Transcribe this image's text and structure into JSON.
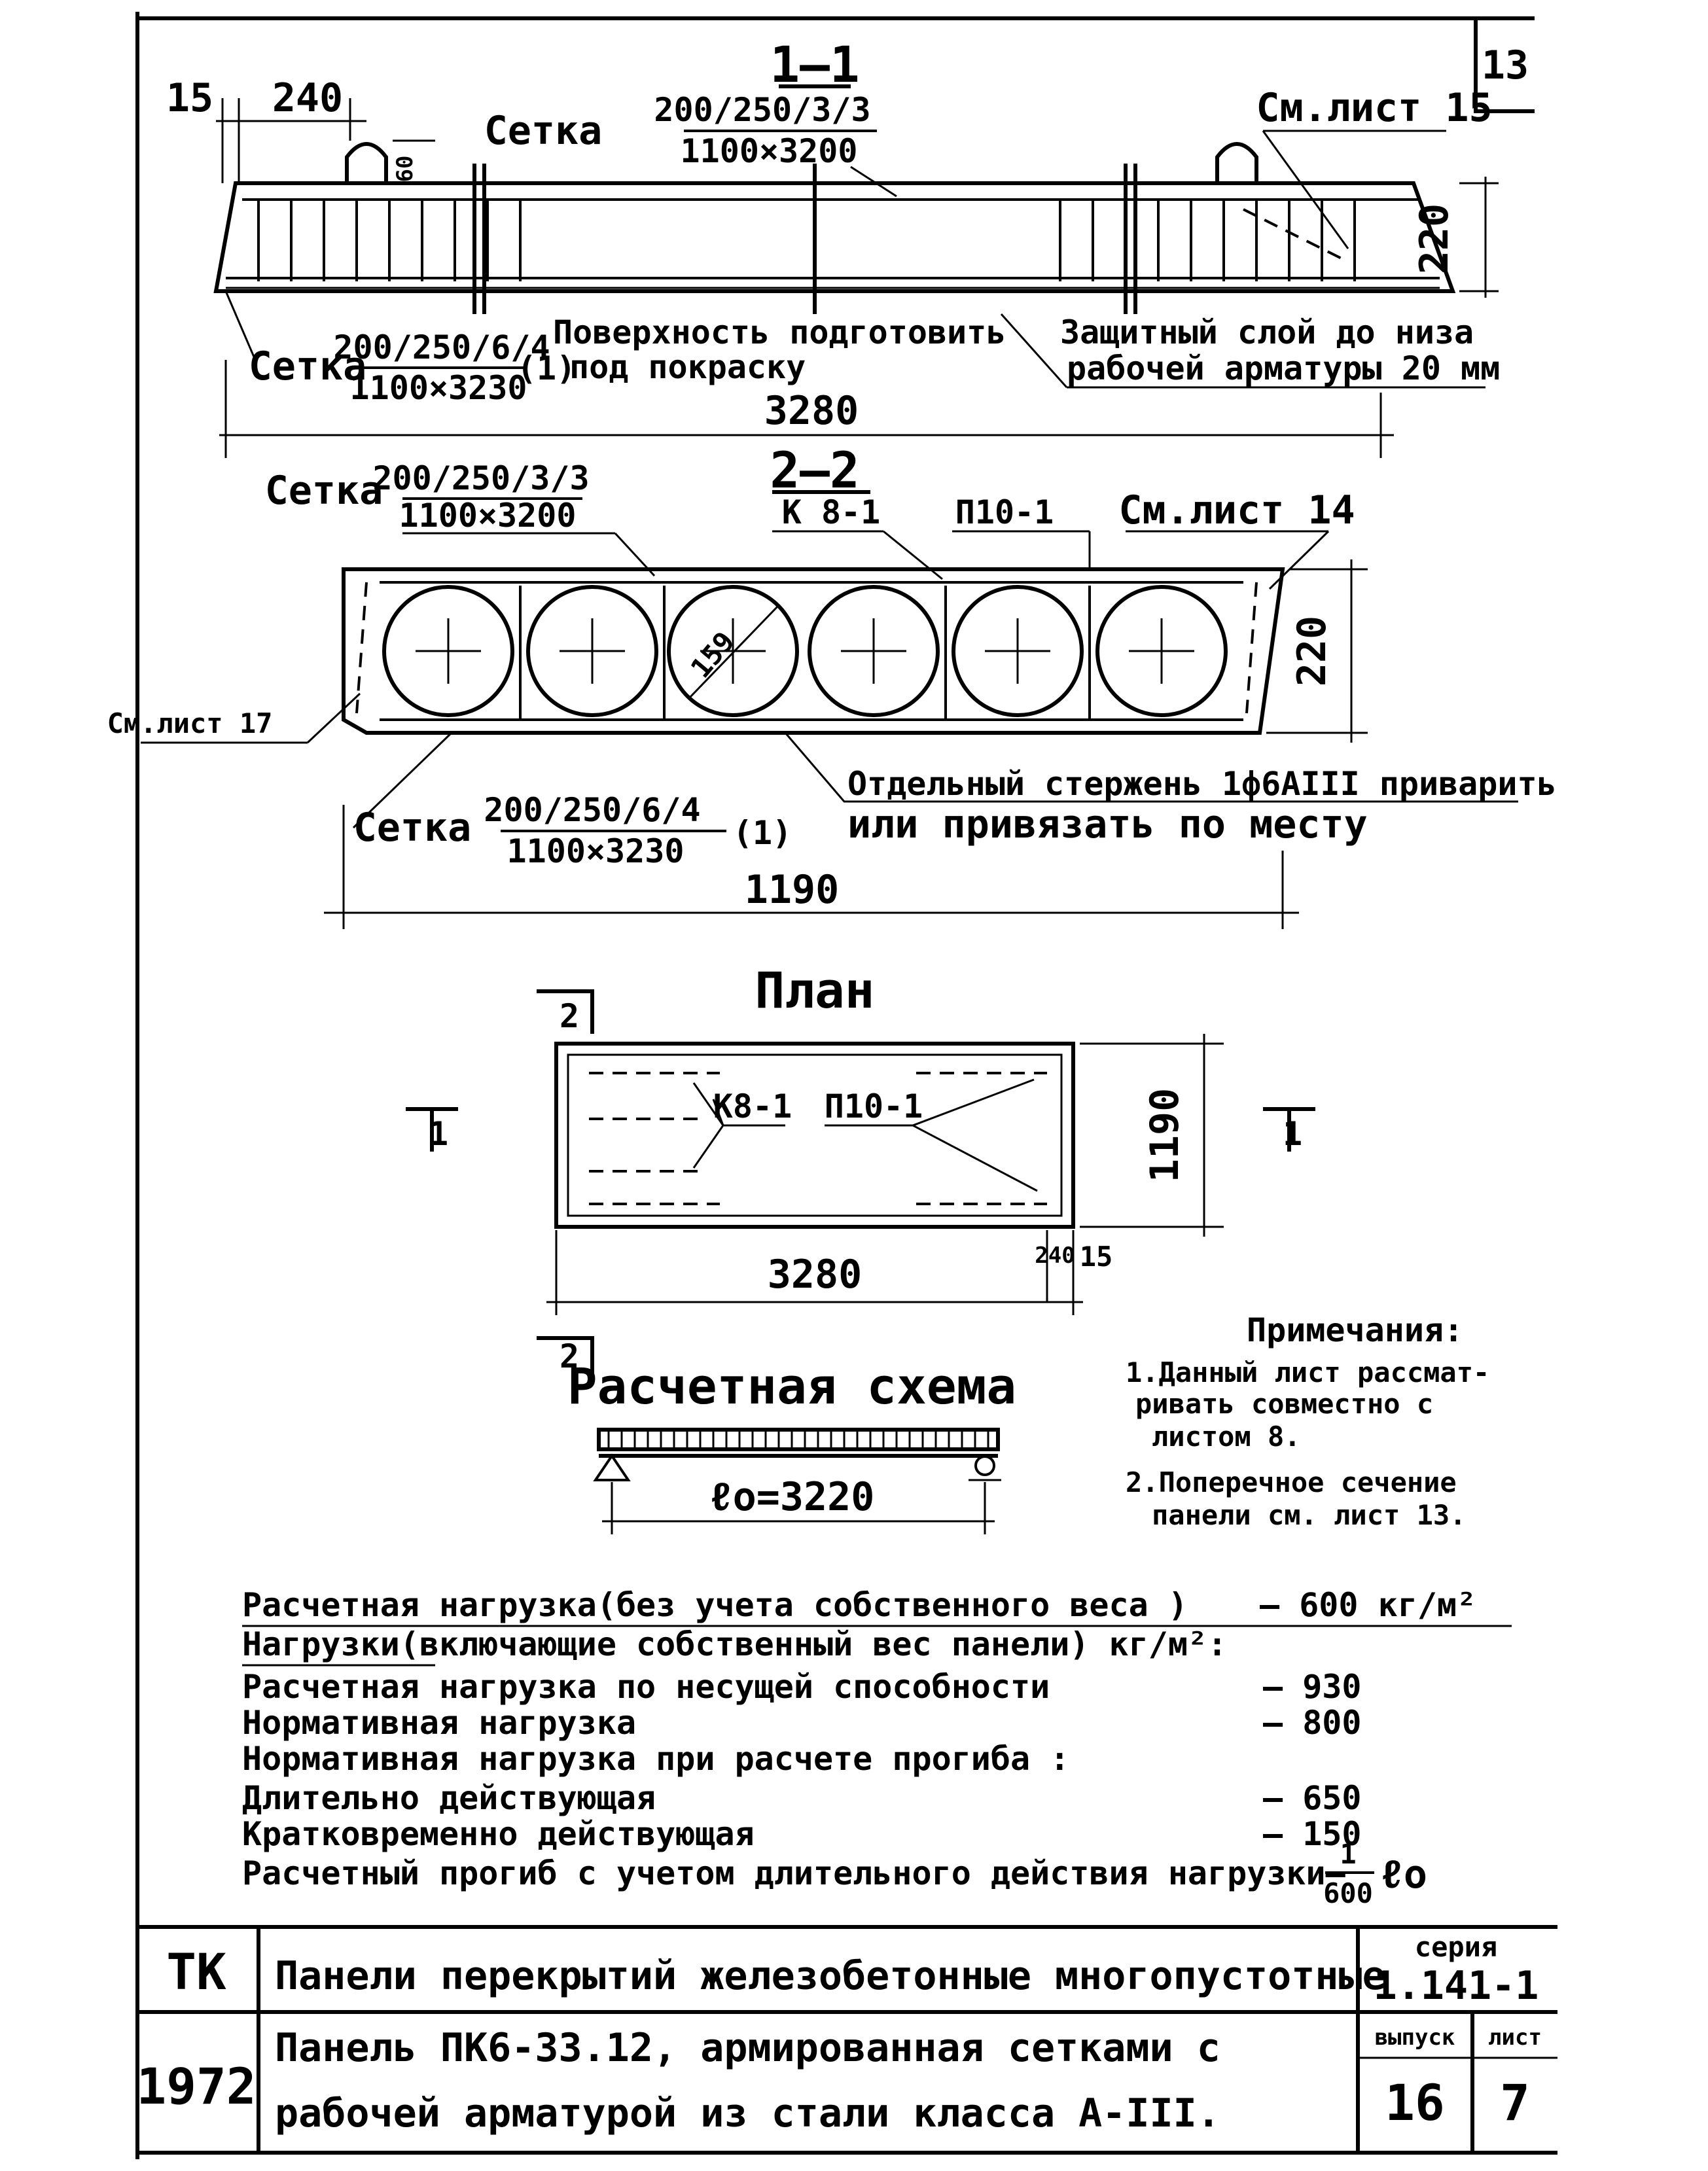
{
  "sheet": {
    "corner_number": "13",
    "sheet_ref_top": "См.лист 15"
  },
  "section_1": {
    "label": "1—1",
    "dim_15": "15",
    "dim_240": "240",
    "dim_60": "60",
    "setka_label": "Сетка",
    "setka_top_num": "200/250/3/3",
    "setka_top_den": "1100×3200",
    "setka_bot_num": "200/250/6/4",
    "setka_bot_den": "1100×3230",
    "setka_bot_count": "(1)",
    "height": "220",
    "length": "3280",
    "note_surface_1": "Поверхность подготовить",
    "note_surface_2": "под покраску",
    "note_cover_1": "Защитный слой до низа",
    "note_cover_2": "рабочей арматуры 20 мм"
  },
  "section_2": {
    "label": "2—2",
    "setka_label": "Сетка",
    "setka_top_num": "200/250/3/3",
    "setka_top_den": "1100×3200",
    "k_label": "К 8-1",
    "p_label": "П10-1",
    "sheet_ref_right": "См.лист 14",
    "sheet_ref_left": "См.лист 17",
    "hole_dia": "159",
    "height": "220",
    "setka_bot_num": "200/250/6/4",
    "setka_bot_den": "1100×3230",
    "setka_bot_count": "(1)",
    "width": "1190",
    "note_bar_1": "Отдельный стержень 1ф6АIII приварить",
    "note_bar_2": "или привязать по месту"
  },
  "plan": {
    "title": "План",
    "k_label": "К8-1",
    "p_label": "П10-1",
    "width": "1190",
    "length": "3280",
    "dim_240": "240",
    "dim_15": "15",
    "cut1_label": "1",
    "cut2_label": "2"
  },
  "scheme": {
    "title": "Расчетная схема",
    "span": "ℓo=3220"
  },
  "notes": {
    "title": "Примечания:",
    "n1_l1": "1.Данный лист рассмат-",
    "n1_l2": "ривать совместно с",
    "n1_l3": "листом 8.",
    "n2_l1": "2.Поперечное сечение",
    "n2_l2": "панели см. лист 13."
  },
  "loads": {
    "l1": "Расчетная нагрузка(без учета собственного веса )",
    "l1_val": "— 600 кг/м²",
    "l2": "Нагрузки(включающие собственный вес панели) кг/м²:",
    "l3": "Расчетная нагрузка по несущей способности",
    "l3_val": "— 930",
    "l4": "Нормативная нагрузка",
    "l4_val": "— 800",
    "l5": "Нормативная нагрузка при расчете прогиба :",
    "l6": "Длительно действующая",
    "l6_val": "— 650",
    "l7": "Кратковременно действующая",
    "l7_val": "— 150",
    "l8": "Расчетный прогиб с учетом длительного действия нагрузки—",
    "l8_num": "1",
    "l8_den": "600",
    "l8_unit": "ℓo"
  },
  "title_block": {
    "org": "ТК",
    "year": "1972",
    "title1": "Панели перекрытий железобетонные многопустотные",
    "title2a": "Панель ПК6-33.12, армированная сетками с",
    "title2b": "рабочей арматурой из стали класса А-III.",
    "series_label": "серия",
    "series": "1.141-1",
    "issue_label": "выпуск",
    "issue": "16",
    "sheet_label": "лист",
    "sheet": "7"
  }
}
